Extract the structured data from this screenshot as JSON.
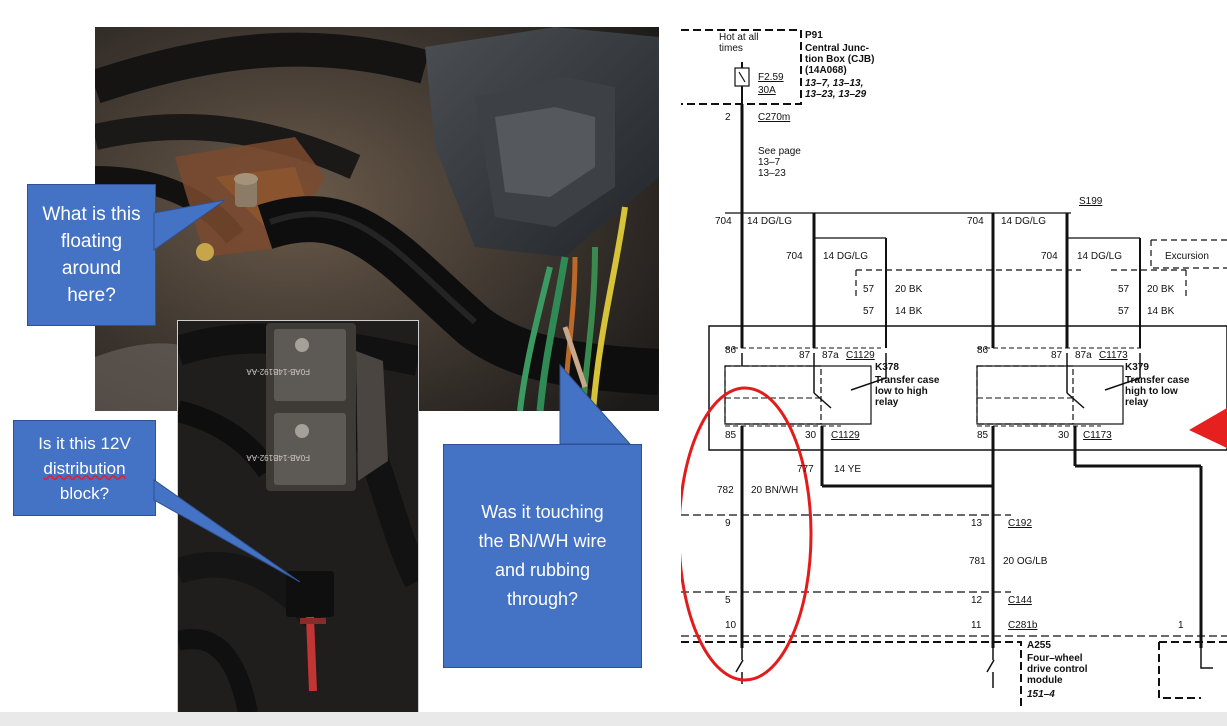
{
  "callouts": {
    "floating": "What is this\nfloating\naround\nhere?",
    "block_pre": "Is it this 12V\n",
    "block_word": "distribution",
    "block_post": "\nblock?",
    "touching": "Was it touching\nthe BN/WH wire\nand rubbing\nthrough?"
  },
  "photo_relay_labels": {
    "top": "F0AB-14B192-AA",
    "bottom": "F0AB-14B192-AA"
  },
  "diagram": {
    "hot_label": "Hot at all\ntimes",
    "fuse_name": "F2.59",
    "fuse_rating": "30A",
    "cjb_id": "P91",
    "cjb_name": "Central Junc-\ntion Box (CJB)\n(14A068)",
    "cjb_pages": "13–7, 13–13,\n13–23, 13–29",
    "pin_2": "2",
    "c270m": "C270m",
    "see_page": "See page\n13–7\n13–23",
    "s199": "S199",
    "w704": "704",
    "dglg": "14 DG/LG",
    "excursion": "Excursion",
    "w57": "57",
    "bk20": "20 BK",
    "bk14": "14 BK",
    "p86": "86",
    "p87": "87",
    "p87a": "87a",
    "p85": "85",
    "p30": "30",
    "c1129": "C1129",
    "c1173": "C1173",
    "k378_id": "K378",
    "k378_name": "Transfer case\nlow to high\nrelay",
    "k379_id": "K379",
    "k379_name": "Transfer case\nhigh to low\nrelay",
    "w777": "777",
    "ye": "14 YE",
    "w782": "782",
    "bnwh": "20 BN/WH",
    "p9": "9",
    "p13": "13",
    "c192": "C192",
    "w781": "781",
    "oglb": "20 OG/LB",
    "p5": "5",
    "p12": "12",
    "c144": "C144",
    "p10": "10",
    "p11": "11",
    "c281b": "C281b",
    "p1": "1",
    "a255_id": "A255",
    "a255_name": "Four–wheel\ndrive control\nmodule",
    "a255_page": "151–4"
  }
}
